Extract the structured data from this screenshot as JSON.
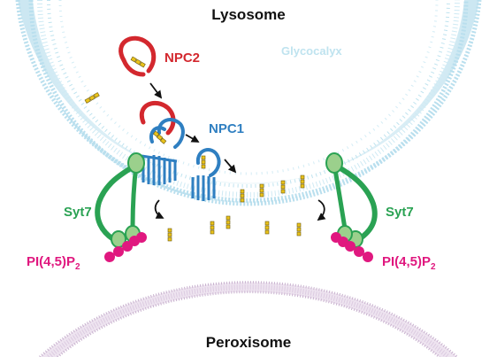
{
  "labels": {
    "lysosome": "Lysosome",
    "peroxisome": "Peroxisome",
    "glycocalyx": "Glycocalyx",
    "npc2": "NPC2",
    "npc1": "NPC1",
    "syt7_left": "Syt7",
    "syt7_right": "Syt7",
    "pip2_left_main": "PI(4,5)P",
    "pip2_left_sub": "2",
    "pip2_right_main": "PI(4,5)P",
    "pip2_right_sub": "2"
  },
  "colors": {
    "lysosome_membrane": "#cfe7f1",
    "glycocalyx": "#8ccde3",
    "peroxisome_membrane": "#ddcbe1",
    "npc2": "#d3282e",
    "npc1": "#2f7fc1",
    "syt7": "#2aa253",
    "syt7_c2": "#9bd08c",
    "pip2": "#e0187f",
    "cholesterol": "#e9c21b",
    "arrow": "#111111",
    "text": "#111111"
  },
  "icons": {
    "npc2": "npc2-protein-icon",
    "npc1": "npc1-protein-icon",
    "syt7": "syt7-protein-icon",
    "cholesterol": "cholesterol-molecule-icon",
    "pip2": "pip2-lipid-icon"
  }
}
